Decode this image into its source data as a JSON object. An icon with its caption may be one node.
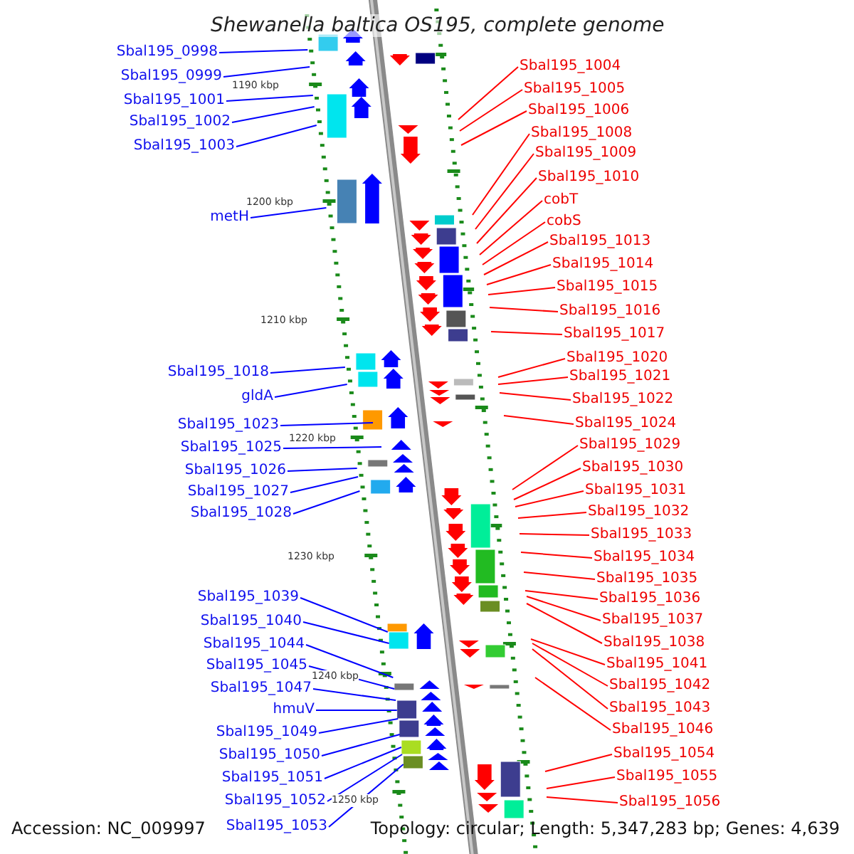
{
  "diagram": {
    "title": "Shewanella baltica OS195, complete genome",
    "nodes": [
      {
        "text": [
          "Sbal195_0998"
        ]
      },
      {
        "text": [
          "Sbal195_0999"
        ]
      },
      {
        "text": [
          "Sbal195_1001"
        ]
      },
      {
        "text": [
          "Sbal195_1002"
        ]
      },
      {
        "text": [
          "Sbal195_1003"
        ]
      },
      {
        "text": [
          "metH"
        ]
      },
      {
        "text": [
          "Sbal195_1018"
        ]
      },
      {
        "text": [
          "gldA"
        ]
      },
      {
        "text": [
          "Sbal195_1023"
        ]
      },
      {
        "text": [
          "Sbal195_1025"
        ]
      },
      {
        "text": [
          "Sbal195_1026"
        ]
      },
      {
        "text": [
          "Sbal195_1027"
        ]
      },
      {
        "text": [
          "Sbal195_1028"
        ]
      },
      {
        "text": [
          "Sbal195_1039"
        ]
      },
      {
        "text": [
          "Sbal195_1040"
        ]
      },
      {
        "text": [
          "Sbal195_1044"
        ]
      },
      {
        "text": [
          "Sbal195_1045"
        ]
      },
      {
        "text": [
          "Sbal195_1047"
        ]
      },
      {
        "text": [
          "hmuV"
        ]
      },
      {
        "text": [
          "Sbal195_1049"
        ]
      },
      {
        "text": [
          "Sbal195_1050"
        ]
      },
      {
        "text": [
          "Sbal195_1051"
        ]
      },
      {
        "text": [
          "Sbal195_1052"
        ]
      },
      {
        "text": [
          "Sbal195_1053"
        ]
      },
      {
        "text": [
          "Sbal195_1004"
        ]
      },
      {
        "text": [
          "Sbal195_1005"
        ]
      },
      {
        "text": [
          "Sbal195_1006"
        ]
      },
      {
        "text": [
          "Sbal195_1008"
        ]
      },
      {
        "text": [
          "Sbal195_1009"
        ]
      },
      {
        "text": [
          "Sbal195_1010"
        ]
      },
      {
        "text": [
          "cobT"
        ]
      },
      {
        "text": [
          "cobS"
        ]
      },
      {
        "text": [
          "Sbal195_1013"
        ]
      },
      {
        "text": [
          "Sbal195_1014"
        ]
      },
      {
        "text": [
          "Sbal195_1015"
        ]
      },
      {
        "text": [
          "Sbal195_1016"
        ]
      },
      {
        "text": [
          "Sbal195_1017"
        ]
      },
      {
        "text": [
          "Sbal195_1020"
        ]
      },
      {
        "text": [
          "Sbal195_1021"
        ]
      },
      {
        "text": [
          "Sbal195_1022"
        ]
      },
      {
        "text": [
          "Sbal195_1024"
        ]
      },
      {
        "text": [
          "Sbal195_1029"
        ]
      },
      {
        "text": [
          "Sbal195_1030"
        ]
      },
      {
        "text": [
          "Sbal195_1031"
        ]
      },
      {
        "text": [
          "Sbal195_1032"
        ]
      },
      {
        "text": [
          "Sbal195_1033"
        ]
      },
      {
        "text": [
          "Sbal195_1034"
        ]
      },
      {
        "text": [
          "Sbal195_1035"
        ]
      },
      {
        "text": [
          "Sbal195_1036"
        ]
      },
      {
        "text": [
          "Sbal195_1037"
        ]
      },
      {
        "text": [
          "Sbal195_1038"
        ]
      },
      {
        "text": [
          "Sbal195_1041"
        ]
      },
      {
        "text": [
          "Sbal195_1042"
        ]
      },
      {
        "text": [
          "Sbal195_1043"
        ]
      },
      {
        "text": [
          "Sbal195_1046"
        ]
      },
      {
        "text": [
          "Sbal195_1054"
        ]
      },
      {
        "text": [
          "Sbal195_1055"
        ]
      },
      {
        "text": [
          "Sbal195_1056"
        ]
      }
    ],
    "edges": [
      {
        "from": 0,
        "to": null,
        "arrow": "none",
        "color": "#0000ff"
      },
      {
        "from": 1,
        "to": null,
        "arrow": "none",
        "color": "#0000ff"
      },
      {
        "from": 2,
        "to": null,
        "arrow": "none",
        "color": "#0000ff"
      },
      {
        "from": 3,
        "to": null,
        "arrow": "none",
        "color": "#0000ff"
      },
      {
        "from": 4,
        "to": null,
        "arrow": "none",
        "color": "#0000ff"
      },
      {
        "from": 5,
        "to": null,
        "arrow": "none",
        "color": "#0000ff"
      },
      {
        "from": 6,
        "to": null,
        "arrow": "none",
        "color": "#0000ff"
      },
      {
        "from": 7,
        "to": null,
        "arrow": "none",
        "color": "#0000ff"
      },
      {
        "from": 8,
        "to": null,
        "arrow": "none",
        "color": "#0000ff"
      },
      {
        "from": 9,
        "to": null,
        "arrow": "none",
        "color": "#0000ff"
      },
      {
        "from": 10,
        "to": null,
        "arrow": "none",
        "color": "#0000ff"
      },
      {
        "from": 11,
        "to": null,
        "arrow": "none",
        "color": "#0000ff"
      },
      {
        "from": 12,
        "to": null,
        "arrow": "none",
        "color": "#0000ff"
      },
      {
        "from": 13,
        "to": null,
        "arrow": "none",
        "color": "#0000ff"
      },
      {
        "from": 14,
        "to": null,
        "arrow": "none",
        "color": "#0000ff"
      },
      {
        "from": 15,
        "to": null,
        "arrow": "none",
        "color": "#0000ff"
      },
      {
        "from": 16,
        "to": null,
        "arrow": "none",
        "color": "#0000ff"
      },
      {
        "from": 17,
        "to": null,
        "arrow": "none",
        "color": "#0000ff"
      },
      {
        "from": 18,
        "to": null,
        "arrow": "none",
        "color": "#0000ff"
      },
      {
        "from": 19,
        "to": null,
        "arrow": "none",
        "color": "#0000ff"
      },
      {
        "from": 20,
        "to": null,
        "arrow": "none",
        "color": "#0000ff"
      },
      {
        "from": 21,
        "to": null,
        "arrow": "none",
        "color": "#0000ff"
      },
      {
        "from": 22,
        "to": null,
        "arrow": "none",
        "color": "#0000ff"
      },
      {
        "from": 23,
        "to": null,
        "arrow": "none",
        "color": "#0000ff"
      },
      {
        "from": 24,
        "to": null,
        "arrow": "none",
        "color": "#ff0000"
      },
      {
        "from": 25,
        "to": null,
        "arrow": "none",
        "color": "#ff0000"
      },
      {
        "from": 26,
        "to": null,
        "arrow": "none",
        "color": "#ff0000"
      },
      {
        "from": 27,
        "to": null,
        "arrow": "none",
        "color": "#ff0000"
      },
      {
        "from": 28,
        "to": null,
        "arrow": "none",
        "color": "#ff0000"
      },
      {
        "from": 29,
        "to": null,
        "arrow": "none",
        "color": "#ff0000"
      },
      {
        "from": 30,
        "to": null,
        "arrow": "none",
        "color": "#ff0000"
      },
      {
        "from": 31,
        "to": null,
        "arrow": "none",
        "color": "#ff0000"
      },
      {
        "from": 32,
        "to": null,
        "arrow": "none",
        "color": "#ff0000"
      },
      {
        "from": 33,
        "to": null,
        "arrow": "none",
        "color": "#ff0000"
      },
      {
        "from": 34,
        "to": null,
        "arrow": "none",
        "color": "#ff0000"
      },
      {
        "from": 35,
        "to": null,
        "arrow": "none",
        "color": "#ff0000"
      },
      {
        "from": 36,
        "to": null,
        "arrow": "none",
        "color": "#ff0000"
      },
      {
        "from": 37,
        "to": null,
        "arrow": "none",
        "color": "#ff0000"
      },
      {
        "from": 38,
        "to": null,
        "arrow": "none",
        "color": "#ff0000"
      },
      {
        "from": 39,
        "to": null,
        "arrow": "none",
        "color": "#ff0000"
      },
      {
        "from": 40,
        "to": null,
        "arrow": "none",
        "color": "#ff0000"
      },
      {
        "from": 41,
        "to": null,
        "arrow": "none",
        "color": "#ff0000"
      },
      {
        "from": 42,
        "to": null,
        "arrow": "none",
        "color": "#ff0000"
      },
      {
        "from": 43,
        "to": null,
        "arrow": "none",
        "color": "#ff0000"
      },
      {
        "from": 44,
        "to": null,
        "arrow": "none",
        "color": "#ff0000"
      },
      {
        "from": 45,
        "to": null,
        "arrow": "none",
        "color": "#ff0000"
      },
      {
        "from": 46,
        "to": null,
        "arrow": "none",
        "color": "#ff0000"
      },
      {
        "from": 47,
        "to": null,
        "arrow": "none",
        "color": "#ff0000"
      },
      {
        "from": 48,
        "to": null,
        "arrow": "none",
        "color": "#ff0000"
      },
      {
        "from": 49,
        "to": null,
        "arrow": "none",
        "color": "#ff0000"
      },
      {
        "from": 50,
        "to": null,
        "arrow": "none",
        "color": "#ff0000"
      },
      {
        "from": 51,
        "to": null,
        "arrow": "none",
        "color": "#ff0000"
      },
      {
        "from": 52,
        "to": null,
        "arrow": "none",
        "color": "#ff0000"
      },
      {
        "from": 53,
        "to": null,
        "arrow": "none",
        "color": "#ff0000"
      },
      {
        "from": 54,
        "to": null,
        "arrow": "none",
        "color": "#ff0000"
      },
      {
        "from": 55,
        "to": null,
        "arrow": "none",
        "color": "#ff0000"
      },
      {
        "from": 56,
        "to": null,
        "arrow": "none",
        "color": "#ff0000"
      },
      {
        "from": 57,
        "to": null,
        "arrow": "none",
        "color": "#ff0000"
      }
    ],
    "labels": [
      "1190 kbp",
      "1200 kbp",
      "1210 kbp",
      "1220 kbp",
      "1230 kbp",
      "1240 kbp",
      "1250 kbp",
      "Accession: NC_009997",
      "Topology: circular; Length: 5,347,283 bp; Genes: 4,639"
    ]
  }
}
